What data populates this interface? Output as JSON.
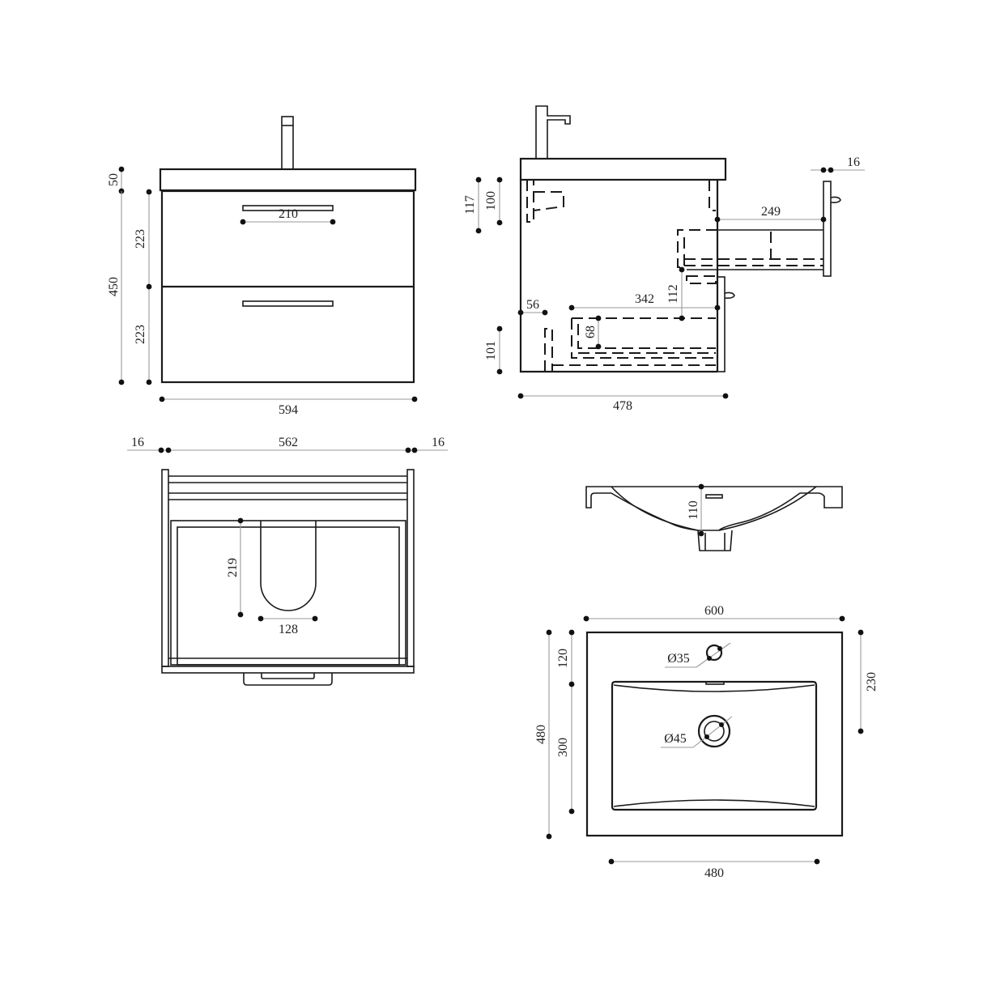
{
  "colors": {
    "outline": "#1a1a1a",
    "dimension_line": "#9a9a9a",
    "background": "#ffffff"
  },
  "front_view": {
    "top_thickness": "50",
    "total_height": "450",
    "drawer_top_height": "223",
    "drawer_bottom_height": "223",
    "handle_width": "210",
    "total_width": "594"
  },
  "side_view": {
    "counter_height_a": "117",
    "counter_height_b": "100",
    "drawer_extension": "249",
    "front_panel_thickness": "16",
    "inner_drawer_depth": "342",
    "drawer_step": "112",
    "drawer_inner_height": "68",
    "back_offset": "56",
    "plinth_height": "101",
    "total_depth": "478"
  },
  "top_view": {
    "side_left": "16",
    "inner_width": "562",
    "side_right": "16",
    "cutout_depth": "219",
    "cutout_width": "128"
  },
  "basin_section": {
    "bowl_depth": "110"
  },
  "basin_plan": {
    "total_width": "600",
    "total_depth": "480",
    "tap_offset": "120",
    "bowl_length": "300",
    "drain_offset": "230",
    "tap_hole": "Ø35",
    "drain_hole": "Ø45",
    "bowl_width": "480"
  }
}
